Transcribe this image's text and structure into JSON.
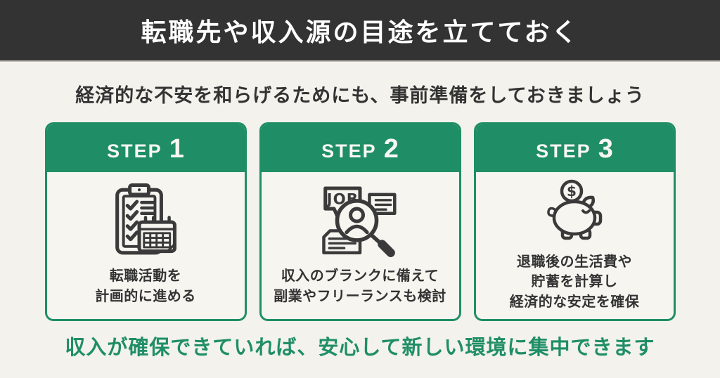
{
  "colors": {
    "accent_green": "#1f8e66",
    "banner_dark": "#333333",
    "page_bg": "#f3f2ec",
    "card_bg": "#f6f5f0",
    "text_dark": "#333333",
    "text_white": "#ffffff"
  },
  "banner": {
    "title": "転職先や収入源の目途を立てておく"
  },
  "subtitle": "経済的な不安を和らげるためにも、事前準備をしておきましょう",
  "steps": [
    {
      "label": "STEP",
      "number": "1",
      "icon": "clipboard-calendar-icon",
      "lines": [
        "転職活動を",
        "計画的に進める"
      ]
    },
    {
      "label": "STEP",
      "number": "2",
      "icon": "job-search-icon",
      "icon_text": "JOB",
      "lines": [
        "収入のブランクに備えて",
        "副業やフリーランスも検討"
      ]
    },
    {
      "label": "STEP",
      "number": "3",
      "icon": "piggy-bank-icon",
      "icon_text": "$",
      "lines": [
        "退職後の生活費や",
        "貯蓄を計算し",
        "経済的な安定を確保"
      ]
    }
  ],
  "footer": {
    "message": "収入が確保できていれば、安心して新しい環境に集中できます"
  }
}
